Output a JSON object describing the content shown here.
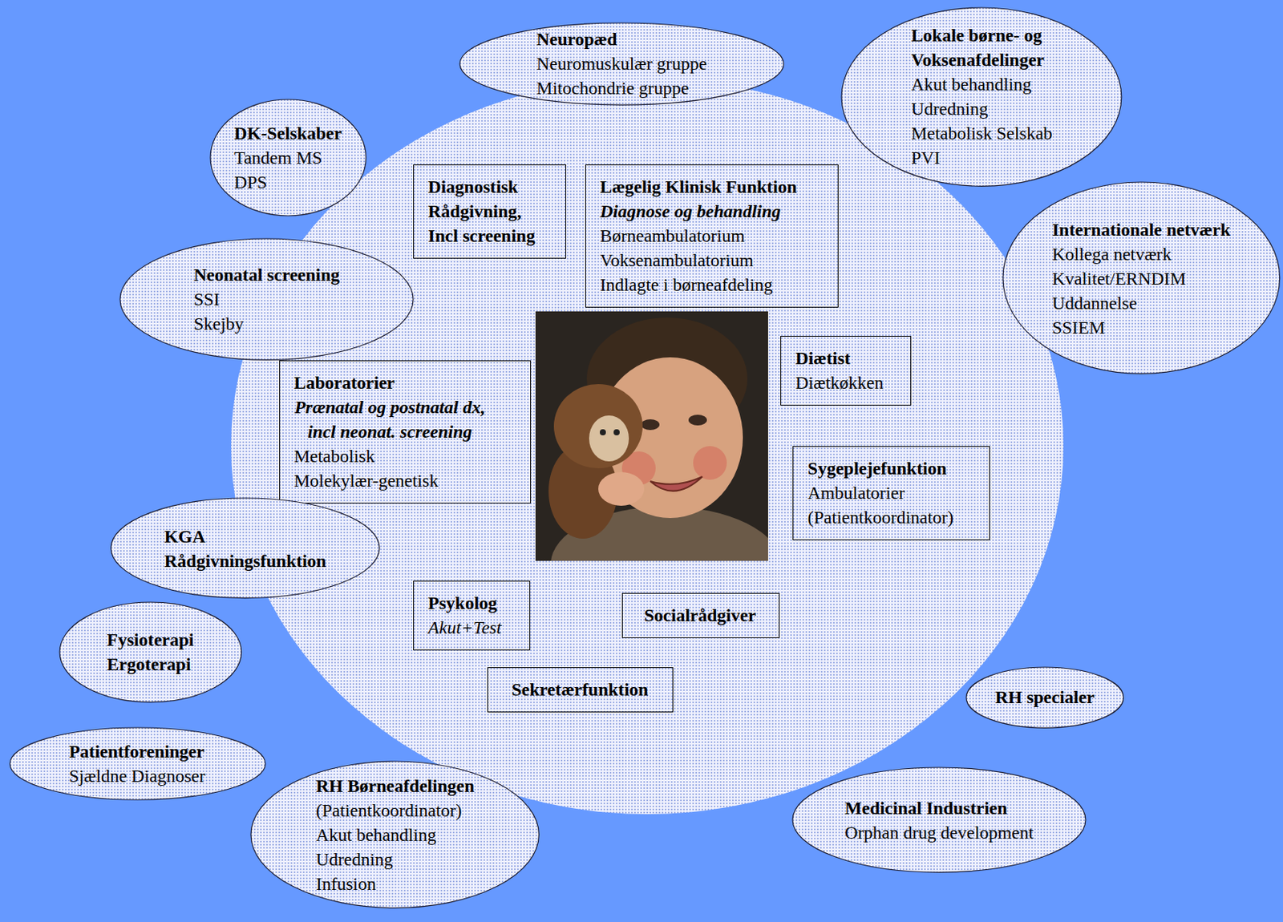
{
  "diagram": {
    "nodes": [
      {
        "text": [
          "Neuropæd",
          "Neuromuskulær gruppe",
          "Mitochondrie gruppe"
        ]
      },
      {
        "text": [
          "Lokale børne- og Voksenafdelinger",
          "Akut behandling",
          "Udredning",
          "Metabolisk Selskab",
          "PVI"
        ]
      },
      {
        "text": [
          "DK-Selskaber",
          "Tandem MS",
          "DPS"
        ]
      },
      {
        "text": [
          "Diagnostisk Rådgivning, Incl screening"
        ]
      },
      {
        "text": [
          "Lægelig Klinisk Funktion",
          "Diagnose og behandling",
          "Børneambulatorium",
          "Voksenambulatorium",
          "Indlagte i børneafdeling"
        ]
      },
      {
        "text": [
          "Neonatal screening",
          "SSI",
          "Skejby"
        ]
      },
      {
        "text": [
          "Internationale netværk",
          "Kollega netværk",
          "Kvalitet/ERNDIM",
          "Uddannelse",
          "SSIEM"
        ]
      },
      {
        "text": [
          "Diætist",
          "Diætkøkken"
        ]
      },
      {
        "text": [
          "Laboratorier",
          "Prænatal og postnatal dx, incl neonat. screening",
          "Metabolisk",
          "Molekylær-genetisk"
        ]
      },
      {
        "text": [
          "Sygeplejefunktion",
          "Ambulatorier",
          "(Patientkoordinator)"
        ]
      },
      {
        "text": [
          "KGA",
          "Rådgivningsfunktion"
        ]
      },
      {
        "text": [
          "Psykolog",
          "Akut+Test"
        ]
      },
      {
        "text": [
          "Socialrådgiver"
        ]
      },
      {
        "text": [
          "Fysioterapi",
          "Ergoterapi"
        ]
      },
      {
        "text": [
          "Sekretærfunktion"
        ]
      },
      {
        "text": [
          "RH specialer"
        ]
      },
      {
        "text": [
          "Patientforeninger",
          "Sjældne Diagnoser"
        ]
      },
      {
        "text": [
          "RH Børneafdelingen",
          "(Patientkoordinator)",
          "Akut behandling",
          "Udredning",
          "Infusion"
        ]
      },
      {
        "text": [
          "Medicinal Industrien",
          "Orphan drug development"
        ]
      }
    ]
  }
}
